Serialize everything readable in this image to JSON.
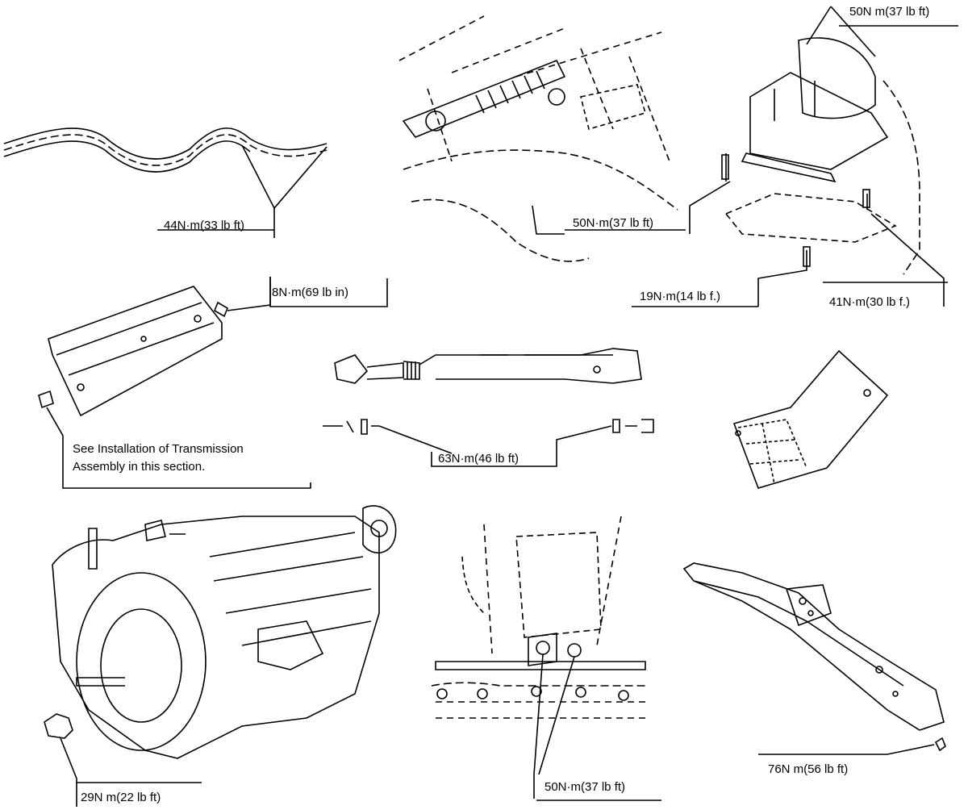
{
  "torque": {
    "t44": "44N·m(33 lb ft)",
    "t50_top": "50N m(37 lb ft)",
    "t50_mid": "50N·m(37 lb ft)",
    "t8": "8N·m(69 lb in)",
    "t19": "19N·m(14 lb f.)",
    "t41": "41N·m(30 lb f.)",
    "t63": "63N·m(46 lb ft)",
    "t29": "29N m(22 lb ft)",
    "t50_bottom": "50N·m(37 lb ft)",
    "t76": "76N m(56 lb ft)"
  },
  "note": {
    "line1": "See Installation of Transmission",
    "line2": "Assembly in this section."
  }
}
